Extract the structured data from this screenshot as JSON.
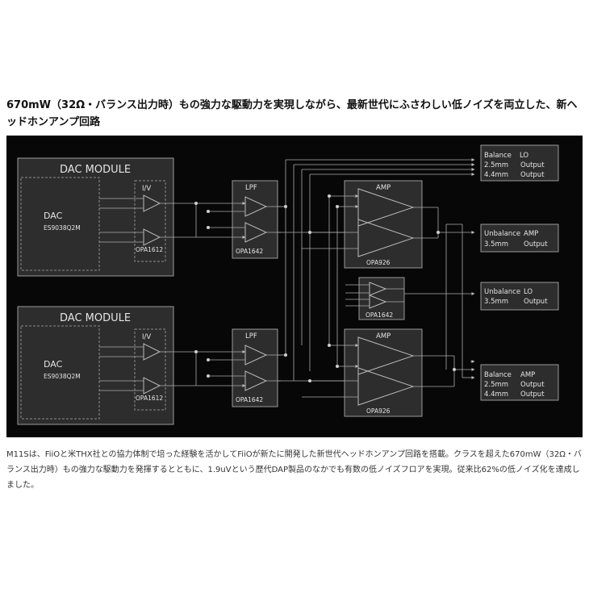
{
  "heading": "670mW（32Ω・バランス出力時）もの強力な駆動力を実現しながら、最新世代にふさわしい低ノイズを両立した、新ヘッドホンアンプ回路",
  "caption": "M11Sは、FiiOと米THX社との協力体制で培った経験を活かしてFiiOが新たに開発した新世代ヘッドホンアンプ回路を搭載。クラスを超えた670mW（32Ω・バランス出力時）もの強力な駆動力を発揮するとともに、1.9uVという歴代DAP製品のなかでも有数の低ノイズフロアを実現。従来比62%の低ノイズ化を達成しました。",
  "diagram": {
    "dac_modules": [
      {
        "title": "DAC  MODULE",
        "dac": "DAC",
        "chip": "ES9038Q2M",
        "iv": "I/V",
        "iv_chip": "OPA1612"
      },
      {
        "title": "DAC  MODULE",
        "dac": "DAC",
        "chip": "ES9038Q2M",
        "iv": "I/V",
        "iv_chip": "OPA1612"
      }
    ],
    "lpf": [
      {
        "title": "LPF",
        "chip": "OPA1642"
      },
      {
        "title": "LPF",
        "chip": "OPA1642"
      }
    ],
    "amps": [
      {
        "title": "AMP",
        "chip": "OPA926"
      },
      {
        "title": "AMP",
        "chip": "OPA926"
      }
    ],
    "mid_buffer_chip": "OPA1642",
    "outputs": [
      {
        "lines": [
          [
            "Balance",
            "LO"
          ],
          [
            "2.5mm",
            "Output"
          ],
          [
            "4.4mm",
            "Output"
          ]
        ]
      },
      {
        "lines": [
          [
            "Unbalance",
            "AMP"
          ],
          [
            "3.5mm",
            "Output"
          ]
        ]
      },
      {
        "lines": [
          [
            "Unbalance",
            "LO"
          ],
          [
            "3.5mm",
            "Output"
          ]
        ]
      },
      {
        "lines": [
          [
            "Balance",
            "AMP"
          ],
          [
            "2.5mm",
            "Output"
          ],
          [
            "4.4mm",
            "Output"
          ]
        ]
      }
    ]
  }
}
